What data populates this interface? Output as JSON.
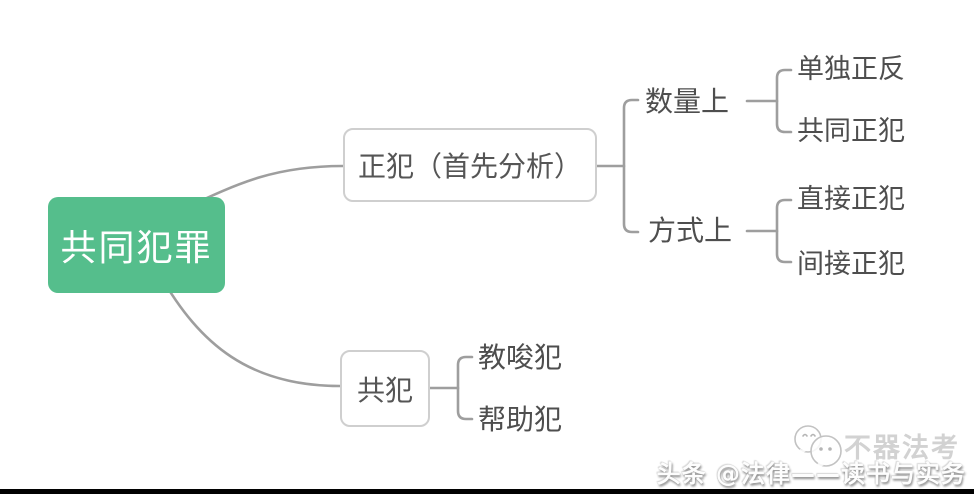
{
  "mindmap": {
    "root_label": "共同犯罪",
    "branches": [
      {
        "label": "正犯（首先分析）",
        "children": [
          {
            "label": "数量上",
            "children": [
              {
                "label": "单独正反"
              },
              {
                "label": "共同正犯"
              }
            ]
          },
          {
            "label": "方式上",
            "children": [
              {
                "label": "直接正犯"
              },
              {
                "label": "间接正犯"
              }
            ]
          }
        ]
      },
      {
        "label": "共犯",
        "children": [
          {
            "label": "教唆犯"
          },
          {
            "label": "帮助犯"
          }
        ]
      }
    ]
  },
  "watermark": {
    "credit": "头条 @法律——读书与实务",
    "logo_text": "不器法考",
    "logo_icon": "wechat-chat-bubbles-icon"
  },
  "colors": {
    "root_bg": "#55be8c",
    "root_text": "#ffffff",
    "connector": "#9e9e9e",
    "box_border": "#cfcfcf",
    "node_text": "#555555"
  }
}
